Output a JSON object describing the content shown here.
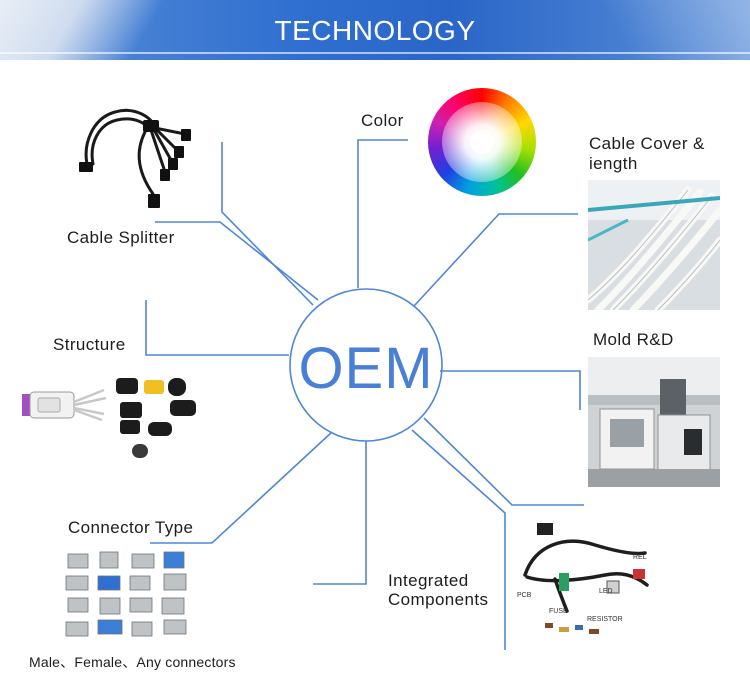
{
  "header": {
    "title": "TECHNOLOGY"
  },
  "hub": {
    "label": "OEM"
  },
  "labels": {
    "color": "Color",
    "cable_splitter": "Cable Splitter",
    "cable_cover_line1": "Cable Cover &",
    "cable_cover_line2": "iength",
    "structure": "Structure",
    "mold": "Mold R&D",
    "connector_type": "Connector Type",
    "connector_caption": "Male、Female、Any connectors",
    "integrated_line1": "Integrated",
    "integrated_line2": "Components"
  },
  "harness_tags": {
    "pcb": "PCB",
    "led": "LED",
    "fuse": "FUSE",
    "resistor": "RESISTOR",
    "rel": "REL"
  },
  "colors": {
    "line": "#4f86d9",
    "banner": "#2f6fd0",
    "hub_text": "#4a7fd6"
  }
}
